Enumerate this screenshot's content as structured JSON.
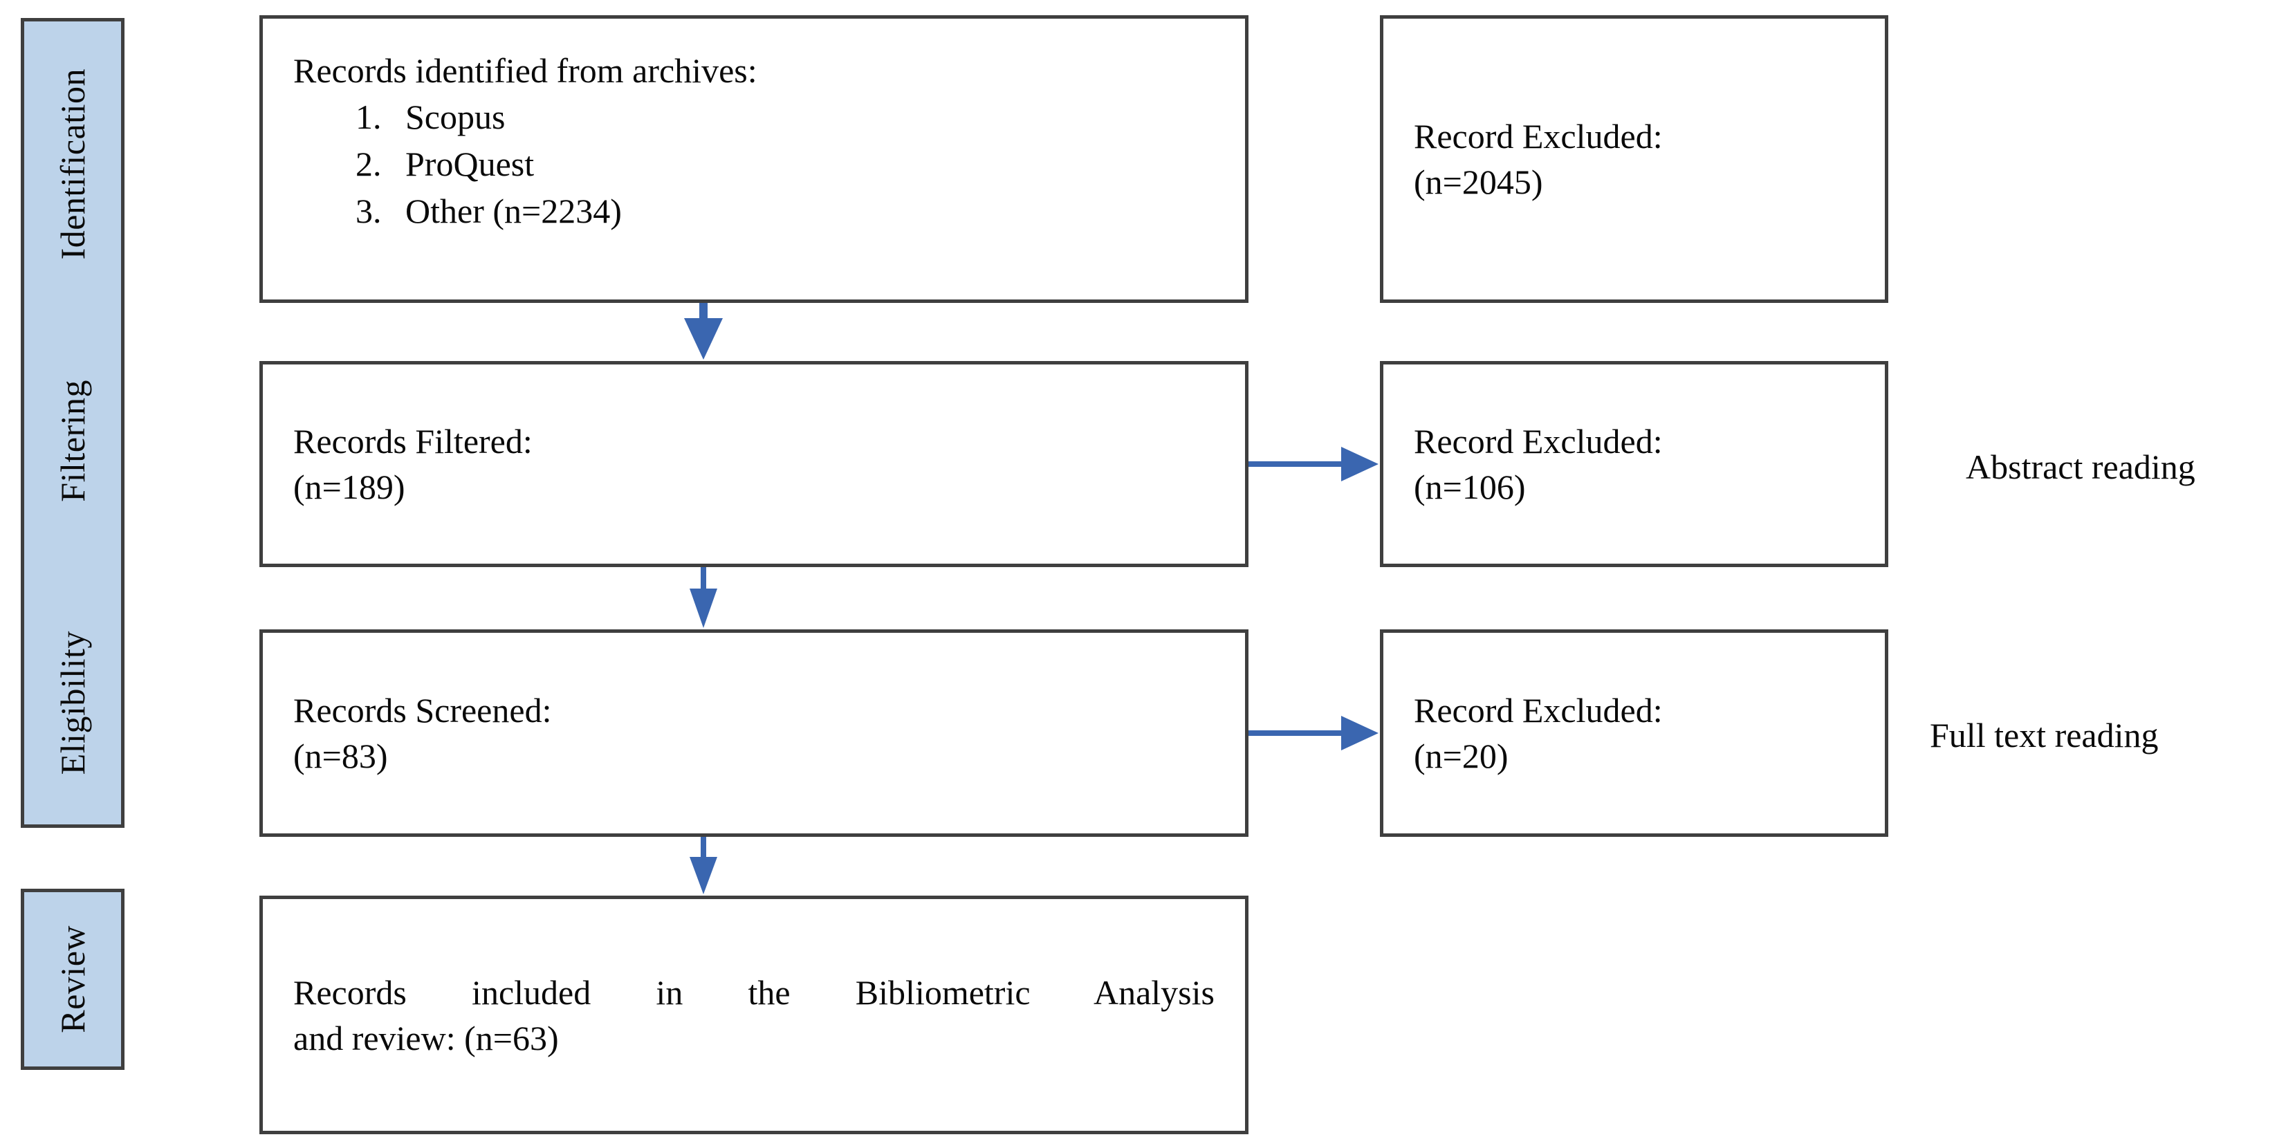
{
  "diagram": {
    "title": "PRISMA record selection flow",
    "accent_blue": "#3a66b0",
    "stage_fill": "#bdd3ea",
    "border_color": "#3f3f3f"
  },
  "stages": {
    "group_one": [
      {
        "label": "Identification"
      },
      {
        "label": "Filtering"
      },
      {
        "label": "Eligibility"
      }
    ],
    "group_two": [
      {
        "label": "Review"
      }
    ]
  },
  "boxes": {
    "identified": {
      "heading": "Records identified from archives:",
      "items": [
        {
          "marker": "1.",
          "text": "Scopus"
        },
        {
          "marker": "2.",
          "text": "ProQuest"
        },
        {
          "marker": "3.",
          "text": "Other (n=2234)"
        }
      ]
    },
    "excluded_identification": {
      "line1": "Record Excluded:",
      "line2": "(n=2045)"
    },
    "filtered": {
      "line1": "Records Filtered:",
      "line2": "(n=189)"
    },
    "excluded_filtering": {
      "line1": "Record Excluded:",
      "line2": "(n=106)"
    },
    "screened": {
      "line1": "Records Screened:",
      "line2": "(n=83)"
    },
    "excluded_eligibility": {
      "line1": "Record Excluded:",
      "line2": "(n=20)"
    },
    "included": {
      "line1": "Records included in the Bibliometric Analysis",
      "line2": "and review: (n=63)"
    }
  },
  "annotations": {
    "abstract_reading": "Abstract reading",
    "full_text_reading": "Full text reading"
  },
  "chart_data": {
    "type": "diagram",
    "title": "PRISMA record selection flow",
    "stages": [
      "Identification",
      "Filtering",
      "Eligibility",
      "Review"
    ],
    "nodes": [
      {
        "id": "identified",
        "stage": "Identification",
        "label": "Records identified from archives",
        "n": 2234,
        "sources": [
          "Scopus",
          "ProQuest",
          "Other"
        ]
      },
      {
        "id": "excluded_identification",
        "stage": "Identification",
        "label": "Record Excluded",
        "n": 2045
      },
      {
        "id": "filtered",
        "stage": "Filtering",
        "label": "Records Filtered",
        "n": 189
      },
      {
        "id": "excluded_filtering",
        "stage": "Filtering",
        "label": "Record Excluded",
        "n": 106,
        "reason": "Abstract reading"
      },
      {
        "id": "screened",
        "stage": "Eligibility",
        "label": "Records Screened",
        "n": 83
      },
      {
        "id": "excluded_eligibility",
        "stage": "Eligibility",
        "label": "Record Excluded",
        "n": 20,
        "reason": "Full text reading"
      },
      {
        "id": "included",
        "stage": "Review",
        "label": "Records included in the Bibliometric Analysis and review",
        "n": 63
      }
    ],
    "edges": [
      {
        "from": "identified",
        "to": "filtered",
        "direction": "down"
      },
      {
        "from": "filtered",
        "to": "excluded_filtering",
        "direction": "right"
      },
      {
        "from": "filtered",
        "to": "screened",
        "direction": "down"
      },
      {
        "from": "screened",
        "to": "excluded_eligibility",
        "direction": "right"
      },
      {
        "from": "screened",
        "to": "included",
        "direction": "down"
      }
    ]
  }
}
